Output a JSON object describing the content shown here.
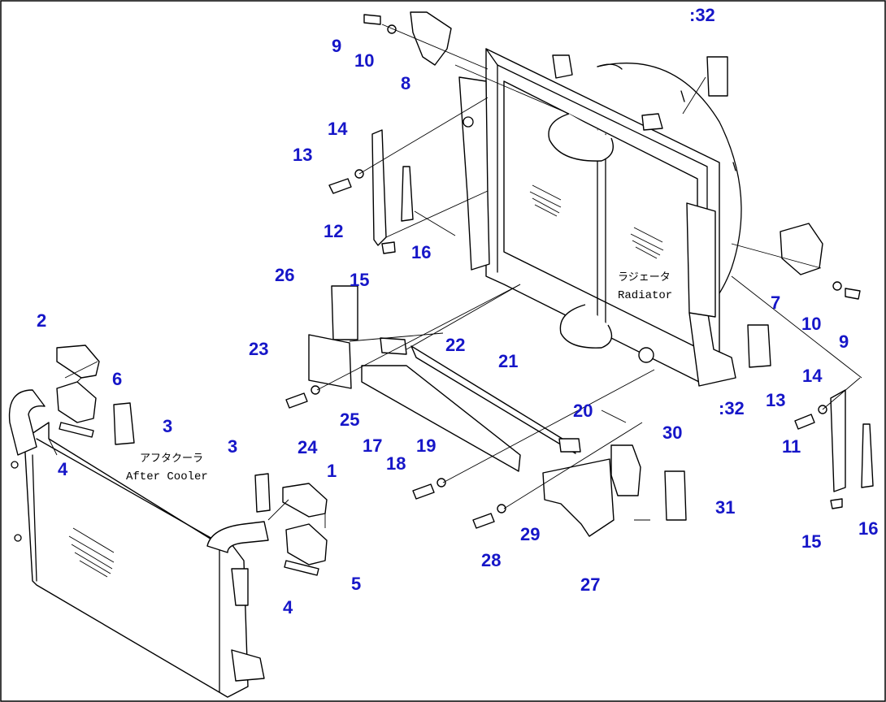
{
  "labels": {
    "radiator_jp": "ラジェータ",
    "radiator_en": "Radiator",
    "aftercooler_jp": "アフタクーラ",
    "aftercooler_en": "After Cooler"
  },
  "callouts": [
    "9",
    "10",
    "8",
    ":32",
    "14",
    "13",
    "12",
    "16",
    "15",
    "26",
    "15",
    "23",
    "22",
    "2",
    "6",
    "3",
    "4",
    "21",
    "24",
    "25",
    "17",
    "19",
    "18",
    "20",
    "30",
    "31",
    "28",
    "29",
    "27",
    "3",
    "1",
    "5",
    "4",
    "7",
    "10",
    "9",
    ":32",
    "14",
    "13",
    "11",
    "15",
    "16"
  ],
  "colors": {
    "callout": "#1616c8",
    "line": "#000000",
    "background": "#ffffff"
  }
}
